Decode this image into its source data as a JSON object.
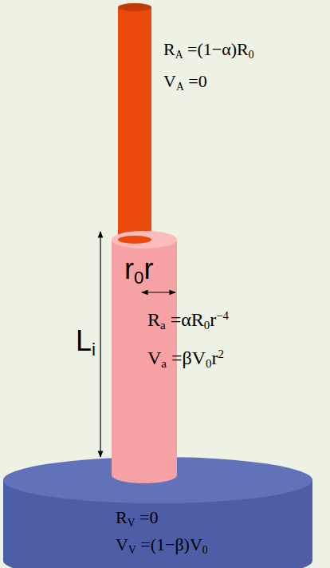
{
  "diagram": {
    "nodes": [
      {
        "text": [
          "RA =(1−α)R0",
          "VA =0"
        ]
      },
      {
        "text": [
          "r0r",
          "Ra =αR0r−4",
          "Va =βV0r2"
        ]
      },
      {
        "text": [
          "RV =0",
          "VV =(1−β)V0"
        ]
      }
    ],
    "labels": [
      "Li"
    ]
  }
}
